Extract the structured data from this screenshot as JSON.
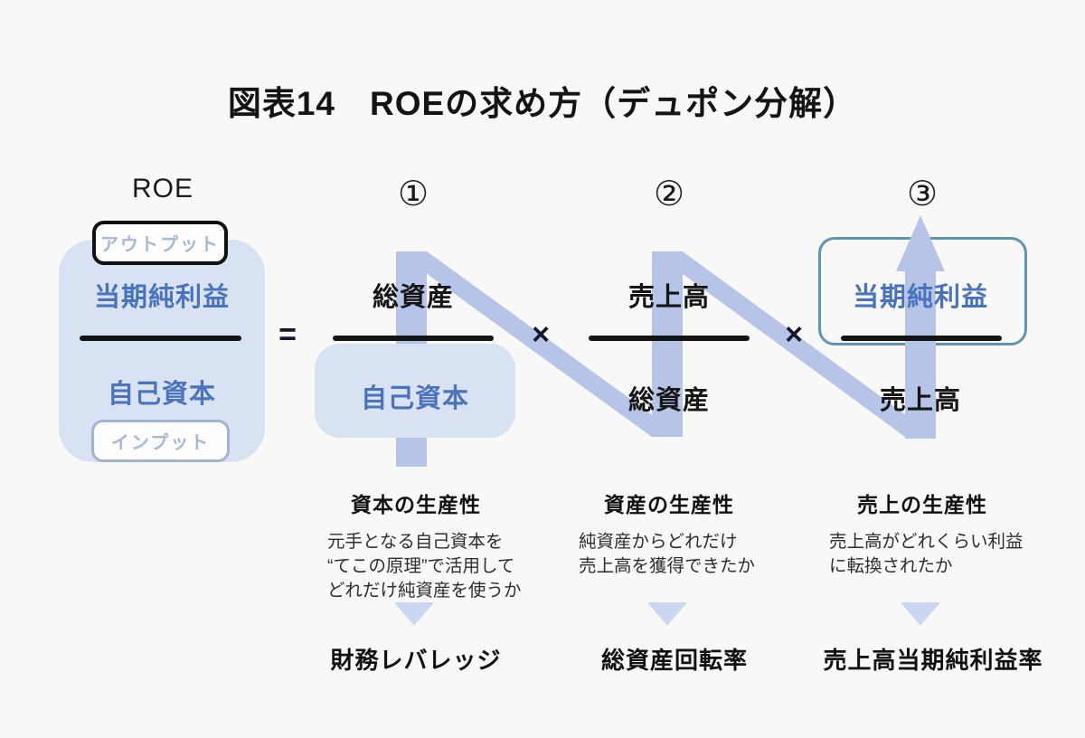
{
  "title": "図表14　ROEの求め方（デュポン分解）",
  "colors": {
    "background": "#f7f8f7",
    "band_blue": "#b6c5e7",
    "box_fill_blue": "#d9e2f3",
    "accent_text_blue": "#4a73bf",
    "badge_text_blue": "#a9b8da",
    "outline_box_border": "#5d95b8",
    "triangle_blue": "#cbd7f0",
    "ink": "#141414"
  },
  "roe": {
    "label": "ROE",
    "output_badge": "アウトプット",
    "input_badge": "インプット",
    "numerator": "当期純利益",
    "denominator": "自己資本"
  },
  "operators": {
    "equals": "=",
    "multiply1": "×",
    "multiply2": "×"
  },
  "columns": [
    {
      "number": "①",
      "numerator": "総資産",
      "denominator": "自己資本",
      "heading": "資本の生産性",
      "description": [
        "元手となる自己資本を",
        "“てこの原理”で活用して",
        "どれだけ純資産を使うか"
      ],
      "result": "財務レバレッジ"
    },
    {
      "number": "②",
      "numerator": "売上高",
      "denominator": "総資産",
      "heading": "資産の生産性",
      "description": [
        "純資産からどれだけ",
        "売上高を獲得できたか"
      ],
      "result": "総資産回転率"
    },
    {
      "number": "③",
      "numerator": "当期純利益",
      "denominator": "売上高",
      "heading": "売上の生産性",
      "description": [
        "売上高がどれくらい利益",
        "に転換されたか"
      ],
      "result": "売上高当期純利益率"
    }
  ]
}
